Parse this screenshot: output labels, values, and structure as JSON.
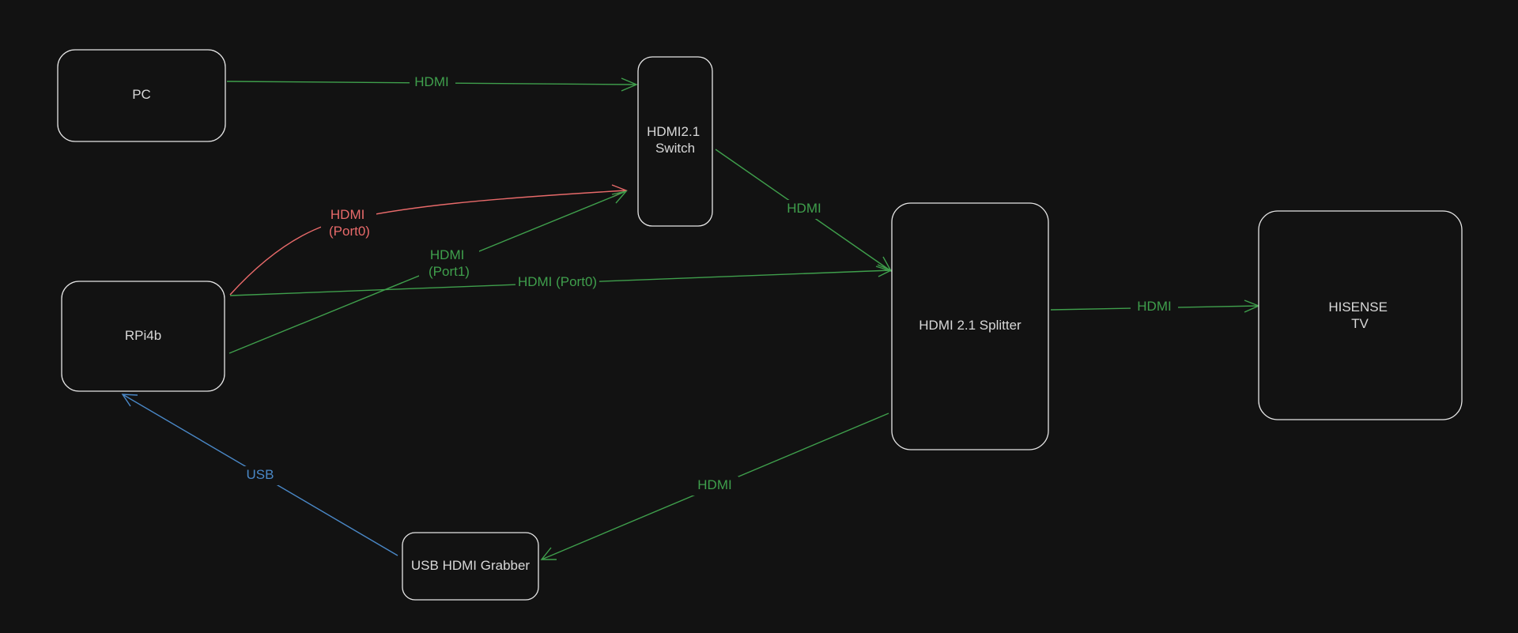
{
  "colors": {
    "background": "#121212",
    "node_stroke": "#e6e6e6",
    "node_text": "#d8d8d8",
    "hdmi": "#3f9f4c",
    "hdmi_port0_highlight": "#e86a6a",
    "usb": "#4a88c7"
  },
  "nodes": {
    "pc": {
      "label": [
        "PC"
      ]
    },
    "switch": {
      "label": [
        "HDMI2.1",
        "Switch"
      ]
    },
    "rpi": {
      "label": [
        "RPi4b"
      ]
    },
    "splitter": {
      "label": [
        "HDMI 2.1 Splitter"
      ]
    },
    "tv": {
      "label": [
        "HISENSE",
        "TV"
      ]
    },
    "grabber": {
      "label": [
        "USB HDMI Grabber"
      ]
    }
  },
  "edges": [
    {
      "id": "pc-switch",
      "from": "PC",
      "to": "HDMI2.1 Switch",
      "label": [
        "HDMI"
      ],
      "color": "#3f9f4c"
    },
    {
      "id": "rpi-switch-port0",
      "from": "RPi4b",
      "to": "HDMI2.1 Switch",
      "label": [
        "HDMI",
        "(Port0)"
      ],
      "color": "#e86a6a"
    },
    {
      "id": "rpi-switch-port1",
      "from": "RPi4b",
      "to": "HDMI2.1 Switch",
      "label": [
        "HDMI",
        "(Port1)"
      ],
      "color": "#3f9f4c"
    },
    {
      "id": "switch-splitter",
      "from": "HDMI2.1 Switch",
      "to": "HDMI 2.1 Splitter",
      "label": [
        "HDMI"
      ],
      "color": "#3f9f4c"
    },
    {
      "id": "rpi-splitter",
      "from": "RPi4b",
      "to": "HDMI 2.1 Splitter",
      "label": [
        "HDMI (Port0)"
      ],
      "color": "#3f9f4c"
    },
    {
      "id": "splitter-tv",
      "from": "HDMI 2.1 Splitter",
      "to": "HISENSE TV",
      "label": [
        "HDMI"
      ],
      "color": "#3f9f4c"
    },
    {
      "id": "splitter-grabber",
      "from": "HDMI 2.1 Splitter",
      "to": "USB HDMI Grabber",
      "label": [
        "HDMI"
      ],
      "color": "#3f9f4c"
    },
    {
      "id": "grabber-rpi",
      "from": "USB HDMI Grabber",
      "to": "RPi4b",
      "label": [
        "USB"
      ],
      "color": "#4a88c7"
    }
  ]
}
